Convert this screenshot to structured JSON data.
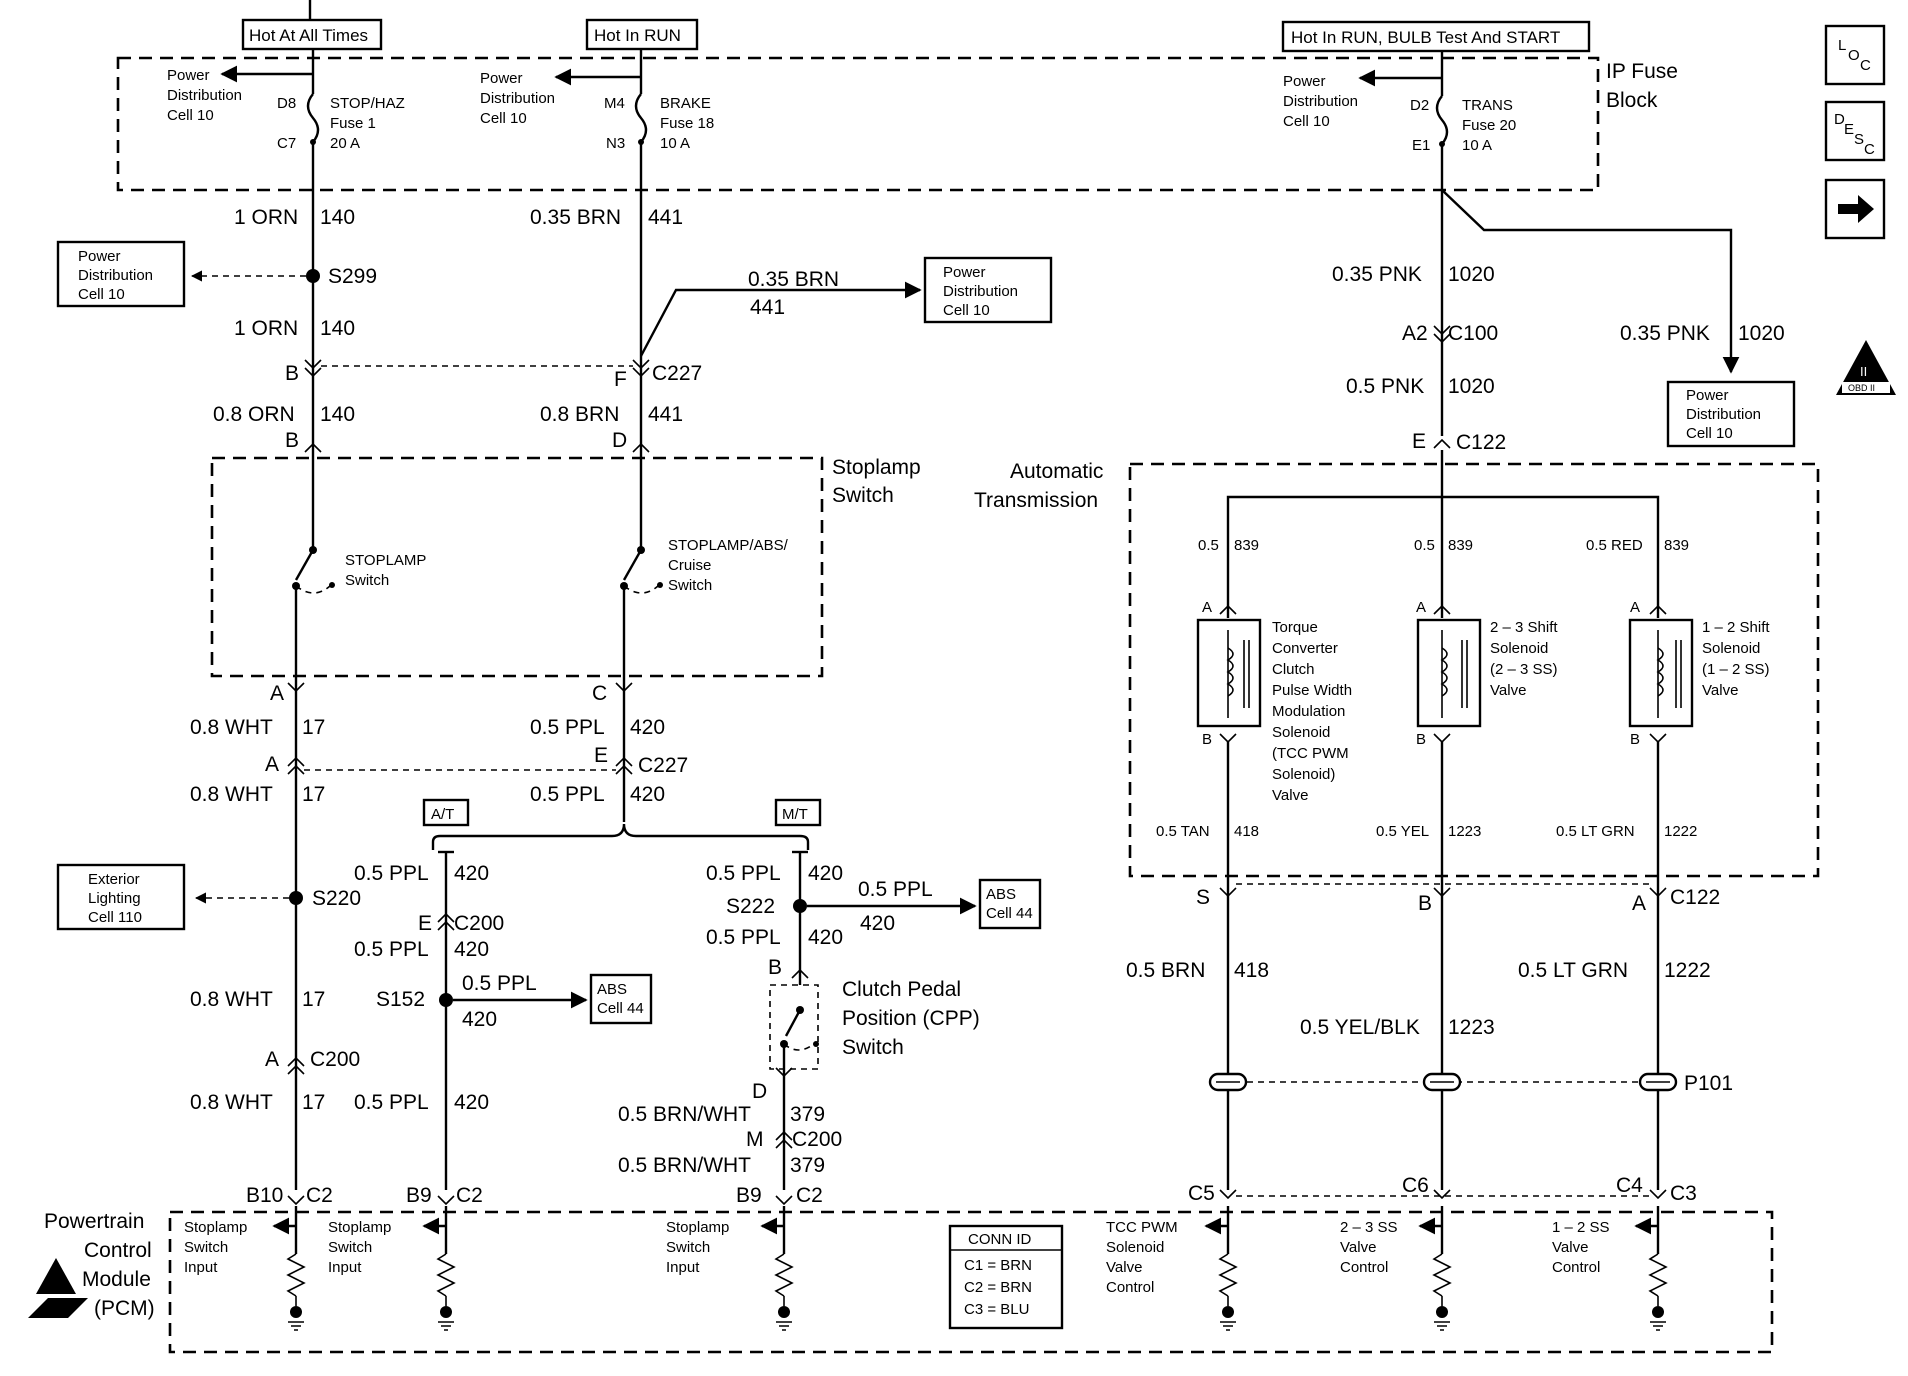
{
  "nav": {
    "loc": {
      "a": "L",
      "b": "O",
      "c": "C"
    },
    "desc": {
      "a": "D",
      "b": "E",
      "c": "S",
      "d": "C"
    },
    "obd": "OBD II",
    "obd_roman": "II"
  },
  "tags": {
    "hot_all": "Hot At All Times",
    "hot_run": "Hot In RUN",
    "hot_run_bulb": "Hot In RUN, BULB Test And START",
    "at": "A/T",
    "mt": "M/T"
  },
  "fuse_block": {
    "title1": "IP Fuse",
    "title2": "Block",
    "pd1": [
      "Power",
      "Distribution",
      "Cell 10"
    ],
    "pd2": [
      "Power",
      "Distribution",
      "Cell 10"
    ],
    "pd3": [
      "Power",
      "Distribution",
      "Cell 10"
    ],
    "f1": {
      "top": "D8",
      "bot": "C7",
      "name": "STOP/HAZ",
      "fuse": "Fuse 1",
      "amp": "20 A"
    },
    "f2": {
      "top": "M4",
      "bot": "N3",
      "name": "BRAKE",
      "fuse": "Fuse 18",
      "amp": "10 A"
    },
    "f3": {
      "top": "D2",
      "bot": "E1",
      "name": "TRANS",
      "fuse": "Fuse 20",
      "amp": "10 A"
    }
  },
  "ref_boxes": {
    "pd_left": [
      "Power",
      "Distribution",
      "Cell 10"
    ],
    "pd_mid": [
      "Power",
      "Distribution",
      "Cell 10"
    ],
    "pd_right": [
      "Power",
      "Distribution",
      "Cell 10"
    ],
    "ext_light": [
      "Exterior",
      "Lighting",
      "Cell 110"
    ],
    "abs1": [
      "ABS",
      "Cell 44"
    ],
    "abs2": [
      "ABS",
      "Cell 44"
    ]
  },
  "wires": {
    "orn140_a": {
      "gauge": "1 ORN",
      "circ": "140"
    },
    "orn140_b": {
      "gauge": "1 ORN",
      "circ": "140"
    },
    "orn140_c": {
      "gauge": "0.8 ORN",
      "circ": "140"
    },
    "brn441_a": {
      "gauge": "0.35 BRN",
      "circ": "441"
    },
    "brn441_b": {
      "gauge": "0.35 BRN",
      "circ": "441"
    },
    "brn441_c": {
      "gauge": "0.8 BRN",
      "circ": "441"
    },
    "pnk_a": {
      "gauge": "0.35 PNK",
      "circ": "1020"
    },
    "pnk_b": {
      "gauge": "0.35 PNK",
      "circ": "1020"
    },
    "pnk_c": {
      "gauge": "0.5 PNK",
      "circ": "1020"
    },
    "wht_a": {
      "gauge": "0.8 WHT",
      "circ": "17"
    },
    "wht_b": {
      "gauge": "0.8 WHT",
      "circ": "17"
    },
    "wht_c": {
      "gauge": "0.8 WHT",
      "circ": "17"
    },
    "wht_d": {
      "gauge": "0.8 WHT",
      "circ": "17"
    },
    "ppl_a": {
      "gauge": "0.5 PPL",
      "circ": "420"
    },
    "ppl_b": {
      "gauge": "0.5 PPL",
      "circ": "420"
    },
    "ppl_c": {
      "gauge": "0.5 PPL",
      "circ": "420"
    },
    "ppl_d": {
      "gauge": "0.5 PPL",
      "circ": "420"
    },
    "ppl_e": {
      "gauge": "0.5 PPL",
      "circ": "420"
    },
    "ppl_f": {
      "gauge": "0.5 PPL",
      "circ": "420"
    },
    "ppl_g": {
      "gauge": "0.5 PPL",
      "circ": "420"
    },
    "ppl_h": {
      "gauge": "0.5 PPL",
      "circ": "420"
    },
    "ppl_i": {
      "gauge": "0.5 PPL",
      "circ": "420"
    },
    "bw_a": {
      "gauge": "0.5 BRN/WHT",
      "circ": "379"
    },
    "bw_b": {
      "gauge": "0.5 BRN/WHT",
      "circ": "379"
    },
    "sol1": {
      "gauge": "0.5",
      "circ": "839"
    },
    "sol2": {
      "gauge": "0.5",
      "circ": "839"
    },
    "sol3": {
      "gauge": "0.5 RED",
      "circ": "839"
    },
    "tan": {
      "gauge": "0.5 TAN",
      "circ": "418"
    },
    "yel": {
      "gauge": "0.5 YEL",
      "circ": "1223"
    },
    "ltg": {
      "gauge": "0.5 LT GRN",
      "circ": "1222"
    },
    "brn418": {
      "gauge": "0.5 BRN",
      "circ": "418"
    },
    "yelblk": {
      "gauge": "0.5 YEL/BLK",
      "circ": "1223"
    },
    "ltgrn": {
      "gauge": "0.5 LT GRN",
      "circ": "1222"
    }
  },
  "connectors": {
    "s299": "S299",
    "s220": "S220",
    "s152": "S152",
    "s222": "S222",
    "c227a": "C227",
    "c227b": "C227",
    "c100": "C100",
    "c122a": "C122",
    "c122b": "C122",
    "c200a": "C200",
    "c200b": "C200",
    "c200c": "C200",
    "p101": "P101",
    "c2a": "C2",
    "c2b": "C2",
    "c2c": "C2",
    "c5": "C5",
    "c6": "C6",
    "c4": "C4",
    "c3": "C3",
    "pin_B1": "B",
    "pin_F": "F",
    "pin_B2": "B",
    "pin_D": "D",
    "pin_A2": "A2",
    "pin_E": "E",
    "pin_A1": "A",
    "pin_C": "C",
    "pin_A3": "A",
    "pin_E2": "E",
    "pin_E3": "E",
    "pin_A4": "A",
    "pin_Bc": "B",
    "pin_Dc": "D",
    "pin_M": "M",
    "pin_B10": "B10",
    "pin_B9a": "B9",
    "pin_B9b": "B9",
    "pin_S": "S",
    "pin_Bt": "B",
    "pin_At": "A",
    "sol_A1": "A",
    "sol_B1": "B",
    "sol_A2": "A",
    "sol_B2": "B",
    "sol_A3": "A",
    "sol_B3": "B"
  },
  "stoplamp": {
    "title": [
      "Stoplamp",
      "Switch"
    ],
    "sw1": [
      "STOPLAMP",
      "Switch"
    ],
    "sw2": [
      "STOPLAMP/ABS/",
      "Cruise",
      "Switch"
    ]
  },
  "cpp": [
    "Clutch Pedal",
    "Position (CPP)",
    "Switch"
  ],
  "trans": {
    "title": [
      "Automatic",
      "Transmission"
    ],
    "tcc": [
      "Torque",
      "Converter",
      "Clutch",
      "Pulse Width",
      "Modulation",
      "Solenoid",
      "(TCC PWM",
      "Solenoid)",
      "Valve"
    ],
    "ss23": [
      "2 – 3 Shift",
      "Solenoid",
      "(2 – 3 SS)",
      "Valve"
    ],
    "ss12": [
      "1 – 2 Shift",
      "Solenoid",
      "(1 – 2 SS)",
      "Valve"
    ]
  },
  "pcm": {
    "title": [
      "Powertrain",
      "Control",
      "Module",
      "(PCM)"
    ],
    "in1": [
      "Stoplamp",
      "Switch",
      "Input"
    ],
    "in2": [
      "Stoplamp",
      "Switch",
      "Input"
    ],
    "in3": [
      "Stoplamp",
      "Switch",
      "Input"
    ],
    "out1": [
      "TCC PWM",
      "Solenoid",
      "Valve",
      "Control"
    ],
    "out2": [
      "2 – 3 SS",
      "Valve",
      "Control"
    ],
    "out3": [
      "1 – 2 SS",
      "Valve",
      "Control"
    ],
    "conn_id": {
      "title": "CONN ID",
      "c1": "C1 = BRN",
      "c2": "C2 = BRN",
      "c3": "C3 = BLU"
    }
  }
}
